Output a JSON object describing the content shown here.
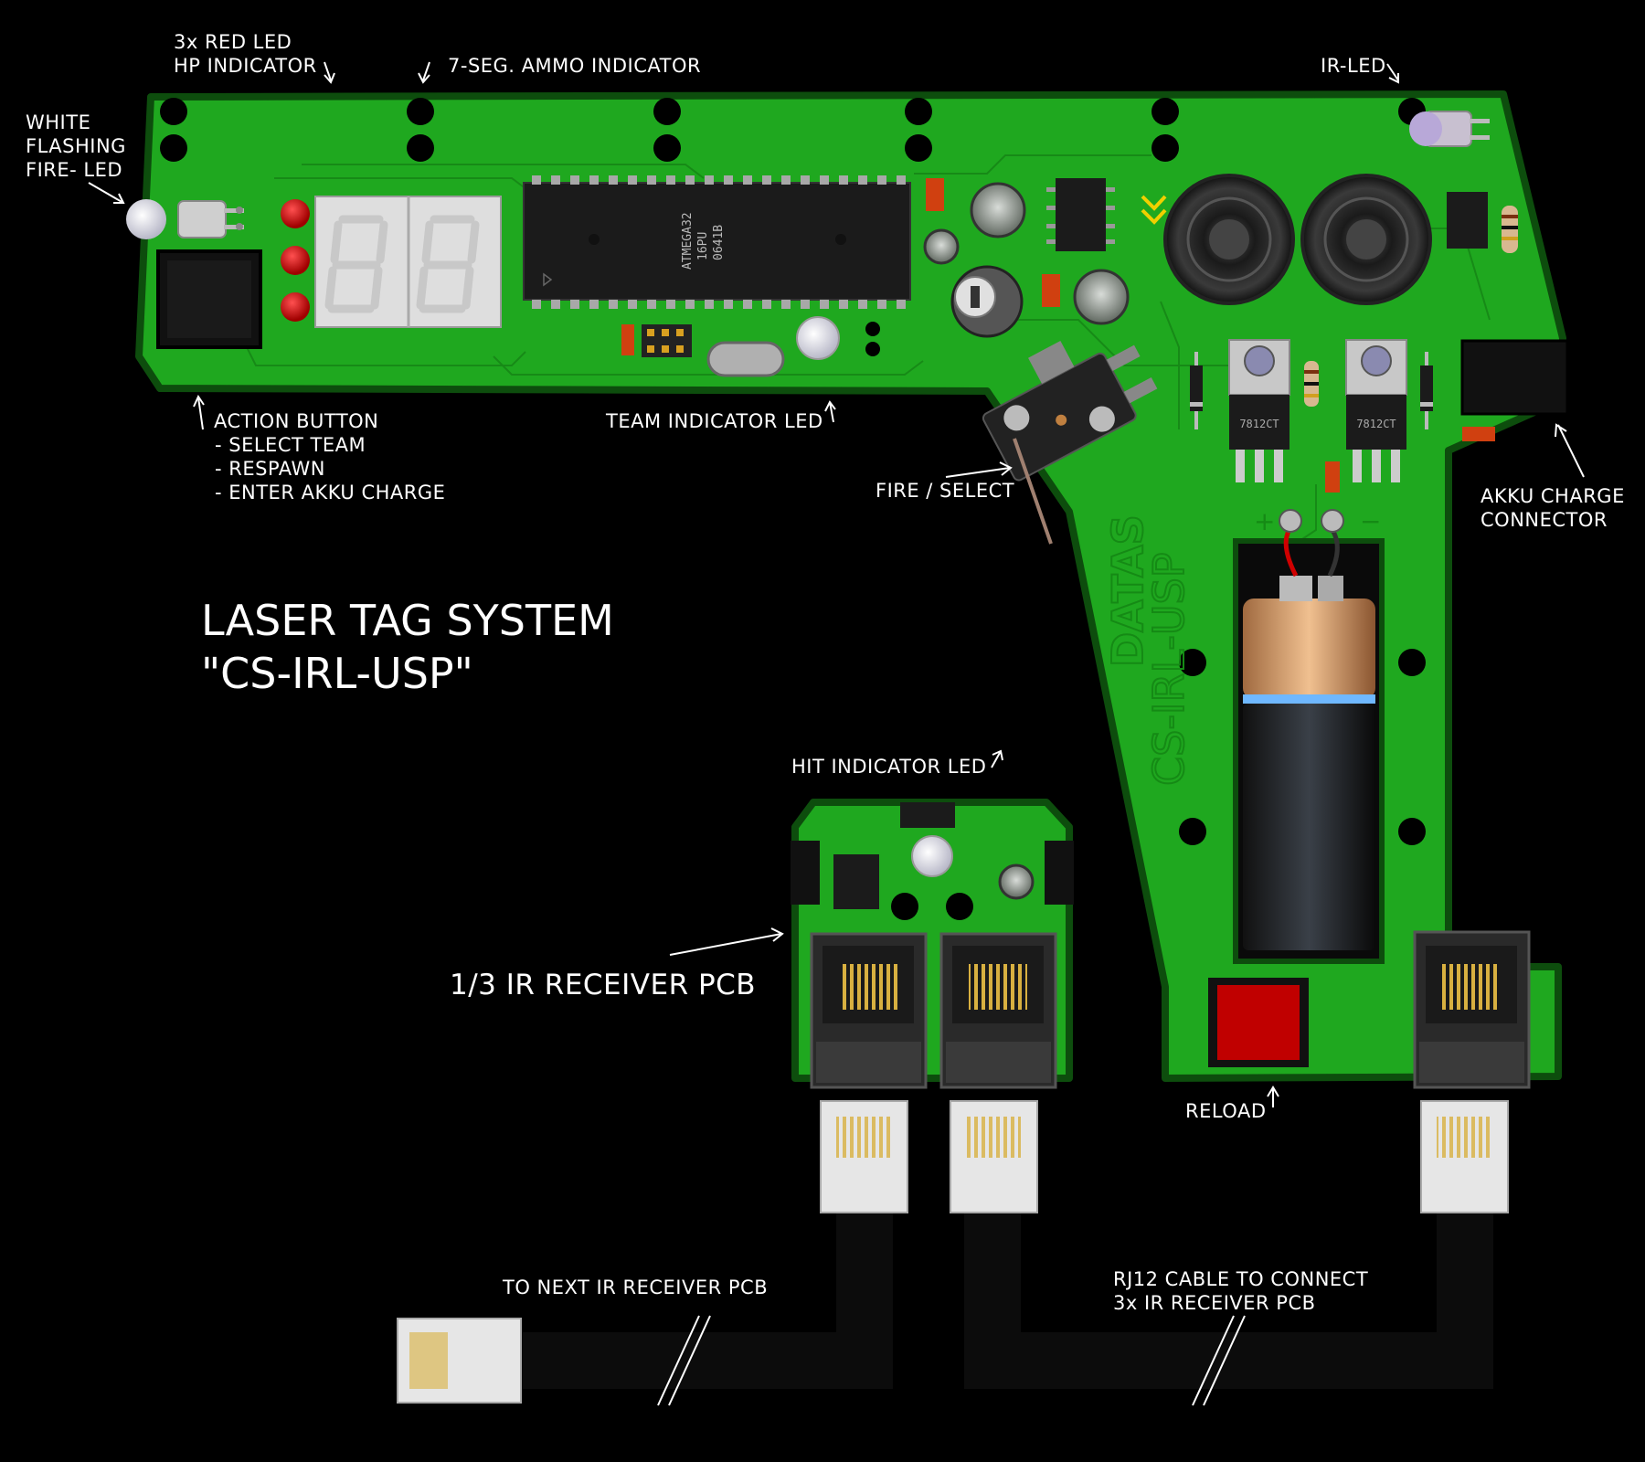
{
  "title": {
    "line1": "LASER TAG SYSTEM",
    "line2": "\"CS-IRL-USP\""
  },
  "labels": {
    "red_led_hp_1": "3x RED LED",
    "red_led_hp_2": "HP INDICATOR",
    "ammo_indicator": "7-SEG. AMMO INDICATOR",
    "ir_led": "IR-LED",
    "white_led_1": "WHITE",
    "white_led_2": "FLASHING",
    "white_led_3": "FIRE- LED",
    "action_button": "ACTION BUTTON",
    "action_select_team": "- SELECT TEAM",
    "action_respawn": "- RESPAWN",
    "action_akku": "- ENTER AKKU CHARGE",
    "team_led": "TEAM INDICATOR LED",
    "fire_select": "FIRE / SELECT",
    "akku_connector_1": "AKKU CHARGE",
    "akku_connector_2": "CONNECTOR",
    "hit_led": "HIT INDICATOR LED",
    "ir_receiver": "1/3 IR RECEIVER PCB",
    "reload": "RELOAD",
    "next_receiver": "TO NEXT IR RECEIVER PCB",
    "rj12_1": "RJ12 CABLE TO CONNECT",
    "rj12_2": "3x IR RECEIVER PCB"
  },
  "silkscreen": {
    "brand": "DATAS",
    "model": "CS-IRL-USP",
    "mcu_line1": "ATMEGA32",
    "mcu_line2": "16PU",
    "mcu_line3": "0641B",
    "reg1": "7812CT",
    "reg2": "7812CT",
    "plus": "+",
    "minus": "−"
  },
  "colors": {
    "pcb": "#1fa81f",
    "pcb_edge": "#0d4d0d",
    "hole": "#000000",
    "led_red": "#e01010",
    "reload_button": "#c00000"
  }
}
